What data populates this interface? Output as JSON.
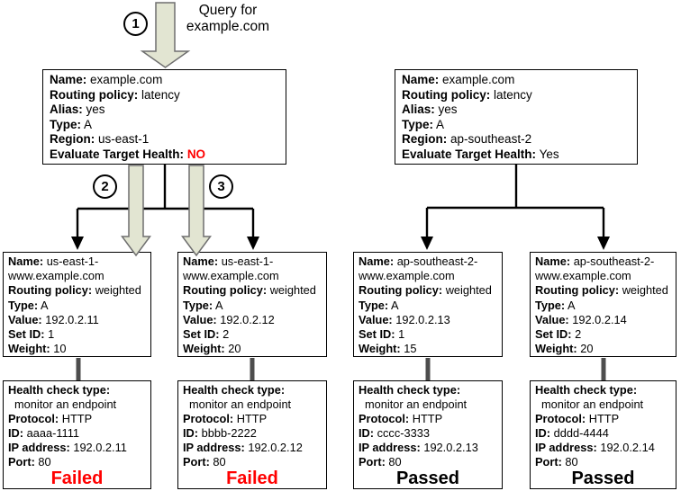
{
  "annotations": {
    "step1": "1",
    "step2": "2",
    "step3": "3",
    "query_line1": "Query for",
    "query_line2": "example.com"
  },
  "colors": {
    "arrow_fill": "#e2e5d2",
    "arrow_border": "#6f6f6f",
    "branch_line": "#000000",
    "health_check_link": "#4d4d4d",
    "status_failed": "#ff0000",
    "status_passed": "#000000",
    "evaluate_target_health_no": "#ff0000",
    "box_border": "#000000",
    "background": "#ffffff"
  },
  "latency_records": [
    {
      "fields": [
        {
          "label": "Name:",
          "value": "example.com"
        },
        {
          "label": "Routing policy:",
          "value": "latency"
        },
        {
          "label": "Alias:",
          "value": "yes"
        },
        {
          "label": "Type:",
          "value": "A"
        },
        {
          "label": "Region:",
          "value": "us-east-1"
        },
        {
          "label": "Evaluate Target Health:",
          "value": "NO"
        }
      ]
    },
    {
      "fields": [
        {
          "label": "Name:",
          "value": "example.com"
        },
        {
          "label": "Routing policy:",
          "value": "latency"
        },
        {
          "label": "Alias:",
          "value": "yes"
        },
        {
          "label": "Type:",
          "value": "A"
        },
        {
          "label": "Region:",
          "value": "ap-southeast-2"
        },
        {
          "label": "Evaluate Target Health:",
          "value": "Yes"
        }
      ]
    }
  ],
  "weighted_records": [
    {
      "fields": [
        {
          "label": "Name:",
          "value": "us-east-1-www.example.com"
        },
        {
          "label": "Routing policy:",
          "value": "weighted"
        },
        {
          "label": "Type:",
          "value": "A"
        },
        {
          "label": "Value:",
          "value": "192.0.2.11"
        },
        {
          "label": "Set ID:",
          "value": "1"
        },
        {
          "label": "Weight:",
          "value": "10"
        }
      ]
    },
    {
      "fields": [
        {
          "label": "Name:",
          "value": "us-east-1-www.example.com"
        },
        {
          "label": "Routing policy:",
          "value": "weighted"
        },
        {
          "label": "Type:",
          "value": "A"
        },
        {
          "label": "Value:",
          "value": "192.0.2.12"
        },
        {
          "label": "Set ID:",
          "value": "2"
        },
        {
          "label": "Weight:",
          "value": "20"
        }
      ]
    },
    {
      "fields": [
        {
          "label": "Name:",
          "value": "ap-southeast-2-www.example.com"
        },
        {
          "label": "Routing policy:",
          "value": "weighted"
        },
        {
          "label": "Type:",
          "value": "A"
        },
        {
          "label": "Value:",
          "value": "192.0.2.13"
        },
        {
          "label": "Set ID:",
          "value": "1"
        },
        {
          "label": "Weight:",
          "value": "15"
        }
      ]
    },
    {
      "fields": [
        {
          "label": "Name:",
          "value": "ap-southeast-2-www.example.com"
        },
        {
          "label": "Routing policy:",
          "value": "weighted"
        },
        {
          "label": "Type:",
          "value": "A"
        },
        {
          "label": "Value:",
          "value": "192.0.2.14"
        },
        {
          "label": "Set ID:",
          "value": "2"
        },
        {
          "label": "Weight:",
          "value": "20"
        }
      ]
    }
  ],
  "health_checks": [
    {
      "type_label": "Health check type:",
      "type_value": "monitor an endpoint",
      "fields": [
        {
          "label": "Protocol:",
          "value": "HTTP"
        },
        {
          "label": "ID:",
          "value": "aaaa-1111"
        },
        {
          "label": "IP address:",
          "value": "192.0.2.11"
        },
        {
          "label": "Port:",
          "value": "80"
        }
      ],
      "status": "Failed"
    },
    {
      "type_label": "Health check type:",
      "type_value": "monitor an endpoint",
      "fields": [
        {
          "label": "Protocol:",
          "value": "HTTP"
        },
        {
          "label": "ID:",
          "value": "bbbb-2222"
        },
        {
          "label": "IP address:",
          "value": "192.0.2.12"
        },
        {
          "label": "Port:",
          "value": "80"
        }
      ],
      "status": "Failed"
    },
    {
      "type_label": "Health check type:",
      "type_value": "monitor an endpoint",
      "fields": [
        {
          "label": "Protocol:",
          "value": "HTTP"
        },
        {
          "label": "ID:",
          "value": "cccc-3333"
        },
        {
          "label": "IP address:",
          "value": "192.0.2.13"
        },
        {
          "label": "Port:",
          "value": "80"
        }
      ],
      "status": "Passed"
    },
    {
      "type_label": "Health check type:",
      "type_value": "monitor an endpoint",
      "fields": [
        {
          "label": "Protocol:",
          "value": "HTTP"
        },
        {
          "label": "ID:",
          "value": "dddd-4444"
        },
        {
          "label": "IP address:",
          "value": "192.0.2.14"
        },
        {
          "label": "Port:",
          "value": "80"
        }
      ],
      "status": "Passed"
    }
  ]
}
